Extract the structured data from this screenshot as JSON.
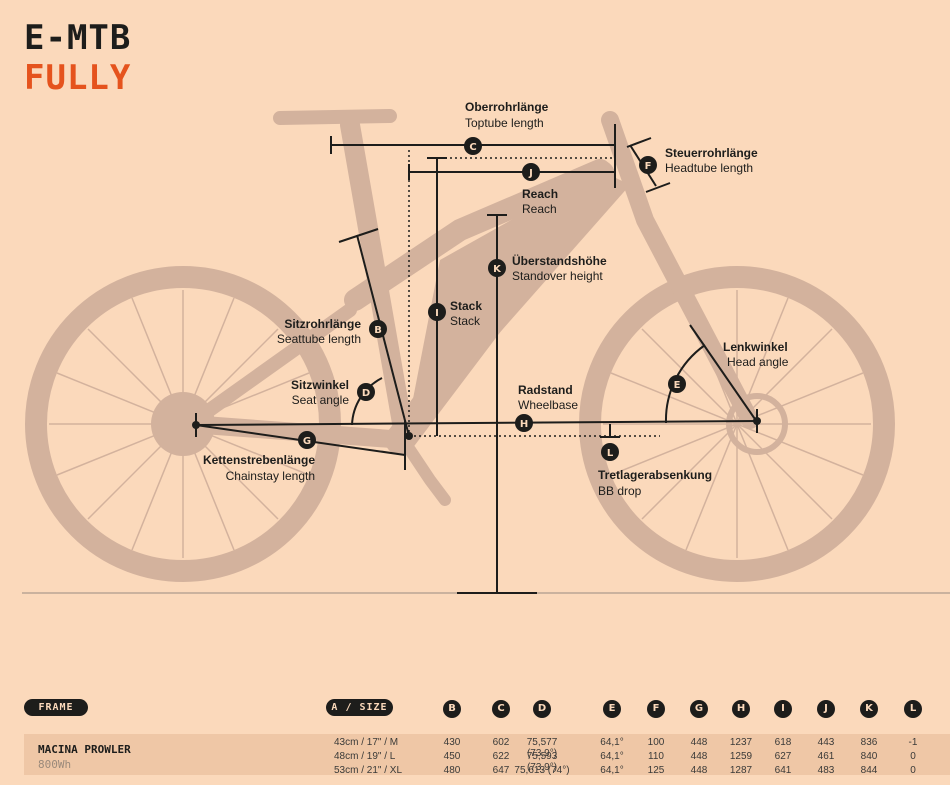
{
  "header": {
    "line1": "E-MTB",
    "line2": "FULLY"
  },
  "colors": {
    "background": "#fbd9bb",
    "bike": "#d3b29d",
    "ink": "#1d1d1b",
    "accent": "#e5531d"
  },
  "measures": {
    "C": {
      "badge": "C",
      "de": "Oberrohrlänge",
      "en": "Toptube length"
    },
    "F": {
      "badge": "F",
      "de": "Steuerrohrlänge",
      "en": "Headtube length"
    },
    "J": {
      "badge": "J",
      "de": "Reach",
      "en": "Reach"
    },
    "K": {
      "badge": "K",
      "de": "Überstandshöhe",
      "en": "Standover height"
    },
    "I": {
      "badge": "I",
      "de": "Stack",
      "en": "Stack"
    },
    "B": {
      "badge": "B",
      "de": "Sitzrohrlänge",
      "en": "Seattube length"
    },
    "D": {
      "badge": "D",
      "de": "Sitzwinkel",
      "en": "Seat angle"
    },
    "E": {
      "badge": "E",
      "de": "Lenkwinkel",
      "en": "Head angle"
    },
    "H": {
      "badge": "H",
      "de": "Radstand",
      "en": "Wheelbase"
    },
    "G": {
      "badge": "G",
      "de": "Kettenstrebenlänge",
      "en": "Chainstay length"
    },
    "L": {
      "badge": "L",
      "de": "Tretlagerabsenkung",
      "en": "BB drop"
    }
  },
  "table": {
    "frame_label": "FRAME",
    "size_label": "A / SIZE",
    "columns": [
      "B",
      "C",
      "D",
      "E",
      "F",
      "G",
      "H",
      "I",
      "J",
      "K",
      "L"
    ],
    "model": "MACINA PROWLER",
    "motor": "800Wh",
    "rows": [
      {
        "size": "43cm / 17\" / M",
        "values": [
          "430",
          "602",
          "75,577 (73,9°)",
          "64,1°",
          "100",
          "448",
          "1237",
          "618",
          "443",
          "836",
          "-1"
        ]
      },
      {
        "size": "48cm / 19\" / L",
        "values": [
          "450",
          "622",
          "75,593 (73,9°)",
          "64,1°",
          "110",
          "448",
          "1259",
          "627",
          "461",
          "840",
          "0"
        ]
      },
      {
        "size": "53cm / 21\" / XL",
        "values": [
          "480",
          "647",
          "75,613 (74°)",
          "64,1°",
          "125",
          "448",
          "1287",
          "641",
          "483",
          "844",
          "0"
        ]
      }
    ]
  }
}
